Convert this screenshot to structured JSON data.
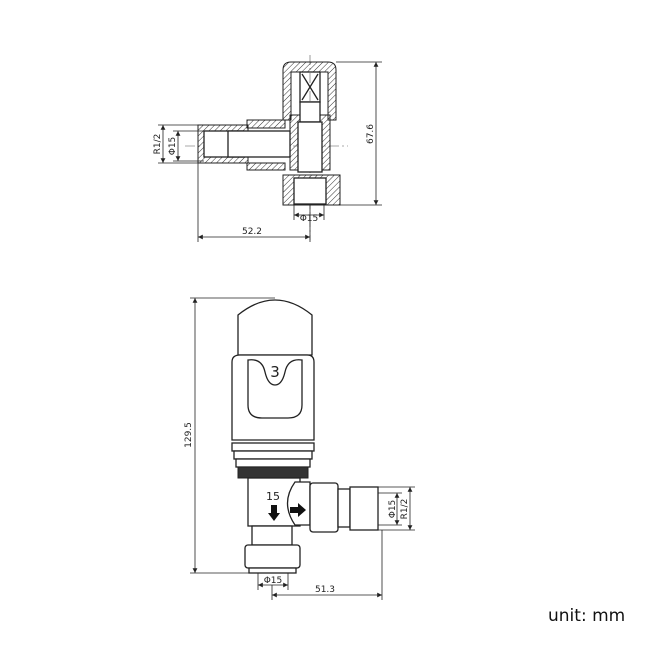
{
  "top_view": {
    "height_dim": "67.6",
    "length_dim": "52.2",
    "inlet_diameter": "Φ15",
    "thread": "R1/2",
    "outlet_diameter": "Φ15"
  },
  "front_view": {
    "height_dim": "129.5",
    "length_dim": "51.3",
    "outlet_diameter": "Φ15",
    "inlet_diameter": "Φ15",
    "thread": "R1/2",
    "setting_number": "3",
    "size_mark": "15"
  },
  "unit_label": "unit: mm"
}
